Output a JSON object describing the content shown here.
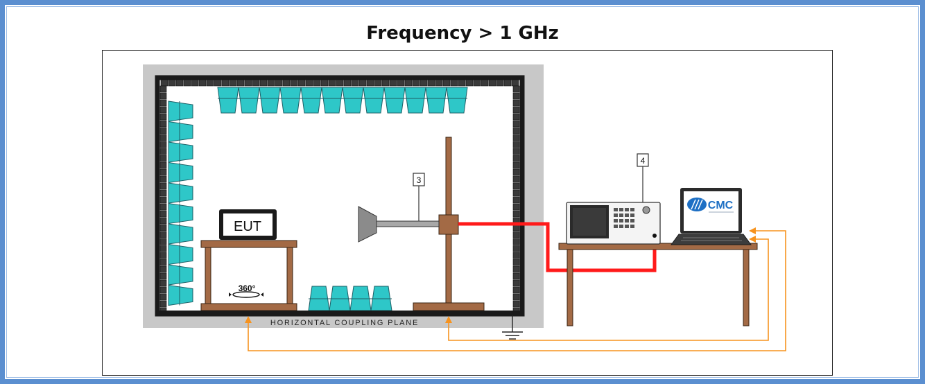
{
  "title": "Frequency > 1 GHz",
  "eut_label": "EUT",
  "turntable_label": "360°",
  "plane_label": "HORIZONTAL COUPLING PLANE",
  "callouts": [
    "3",
    "4"
  ],
  "logo_text": "CMC",
  "colors": {
    "frame": "#5b8fd0",
    "absorber": "#2ec7c8",
    "wood": "#a36a45",
    "cable": "#ff1a1a",
    "control_line": "#f7931e",
    "chamber_surround": "#c8c8c8"
  }
}
